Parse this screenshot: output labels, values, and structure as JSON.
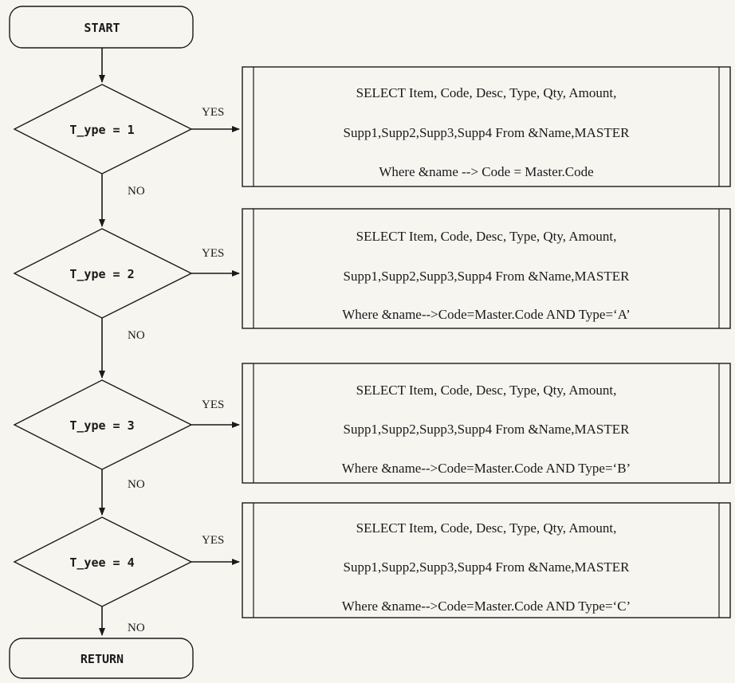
{
  "terminals": {
    "start": "START",
    "return": "RETURN"
  },
  "decisions": [
    {
      "condition": "T_ype = 1",
      "yes": "YES",
      "no": "NO",
      "process_lines": [
        "SELECT Item, Code, Desc, Type, Qty, Amount,",
        "Supp1,Supp2,Supp3,Supp4 From &Name,MASTER",
        "Where &name --> Code = Master.Code"
      ]
    },
    {
      "condition": "T_ype = 2",
      "yes": "YES",
      "no": "NO",
      "process_lines": [
        "SELECT Item, Code, Desc, Type, Qty, Amount,",
        "Supp1,Supp2,Supp3,Supp4 From &Name,MASTER",
        "Where &name-->Code=Master.Code AND Type=‘A’"
      ]
    },
    {
      "condition": "T_ype = 3",
      "yes": "YES",
      "no": "NO",
      "process_lines": [
        "SELECT Item, Code, Desc, Type, Qty, Amount,",
        "Supp1,Supp2,Supp3,Supp4 From &Name,MASTER",
        "Where &name-->Code=Master.Code AND Type=‘B’"
      ]
    },
    {
      "condition": "T_yee = 4",
      "yes": "YES",
      "no": "NO",
      "process_lines": [
        "SELECT Item, Code, Desc, Type, Qty, Amount,",
        "Supp1,Supp2,Supp3,Supp4 From &Name,MASTER",
        "Where &name-->Code=Master.Code AND Type=‘C’"
      ]
    }
  ],
  "colors": {
    "ink": "#1a1a1a",
    "paper": "#f7f5f0"
  }
}
